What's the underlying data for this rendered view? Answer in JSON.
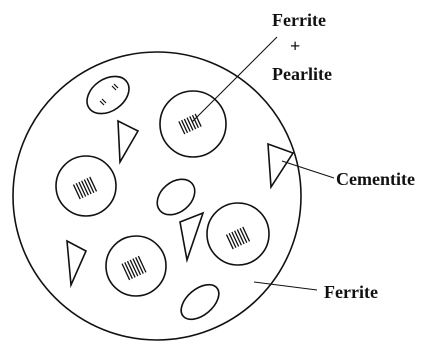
{
  "labels": {
    "ferrite_pearlite_line1": "Ferrite",
    "ferrite_pearlite_plus": "+",
    "ferrite_pearlite_line2": "Pearlite",
    "cementite": "Cementite",
    "ferrite": "Ferrite"
  },
  "colors": {
    "ink": "#111111",
    "background": "#ffffff"
  }
}
